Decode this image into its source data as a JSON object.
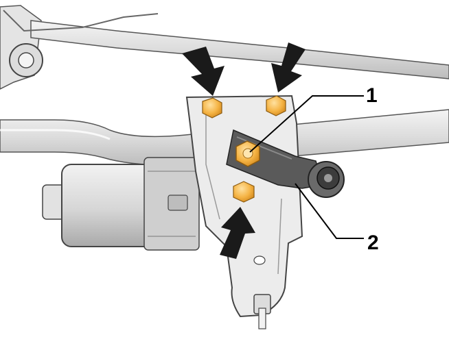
{
  "callouts": {
    "one": "1",
    "two": "2"
  },
  "colors": {
    "nut_fill": "#f5b445",
    "nut_highlight": "#ffd27a",
    "arrow_fill": "#1a1a1a",
    "metal_light": "#e9e9e9",
    "metal_mid": "#d8d8d8",
    "metal_dark": "#a0a0a0",
    "outline": "#333333",
    "label_text": "#000000"
  },
  "icons": {
    "arrows": [
      "down-arrow-icon",
      "down-arrow-icon",
      "up-arrow-icon"
    ],
    "fasteners": [
      "bolt-top-left",
      "bolt-top-right",
      "crank-nut",
      "bolt-lower"
    ]
  }
}
